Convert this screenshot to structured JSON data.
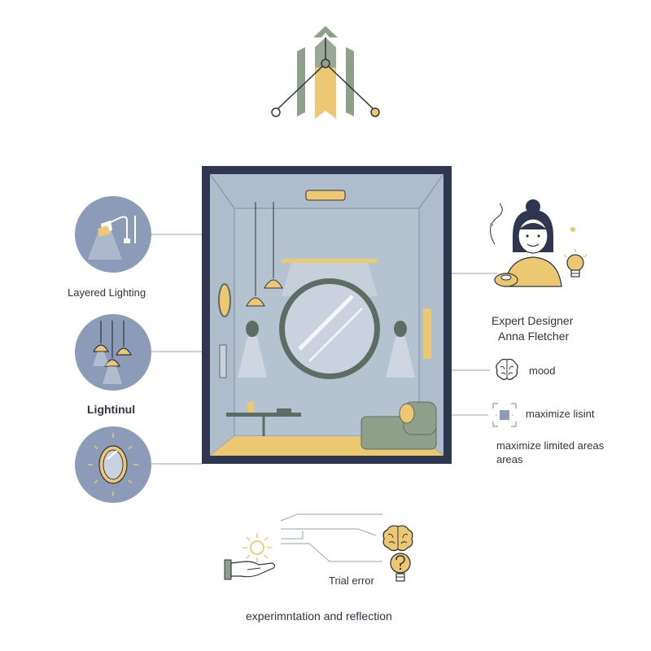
{
  "labels": {
    "layered_lighting": "Layered Lighting",
    "lightinul": "Lightinul",
    "expert_designer": "Expert Designer",
    "designer_name": "Anna Fletcher",
    "mood": "mood",
    "maximize_lisint": "maximize lisint",
    "maximize_areas_line1": "maximize limited areas",
    "maximize_areas_line2": "areas",
    "trial_error": "Trial error",
    "experimentation": "experimntation and reflection"
  },
  "colors": {
    "navy": "#2e3650",
    "room_wall": "#aebccb",
    "sage": "#8fa08a",
    "gold": "#edc873",
    "circle_bg": "#8b9bb8",
    "line_gray": "#9aa3b1"
  },
  "icons": [
    "compass-logo-icon",
    "wall-sconce-icon",
    "pendant-lights-icon",
    "oval-mirror-icon",
    "designer-avatar-icon",
    "lightbulb-icon",
    "brain-icon",
    "maximize-icon",
    "sun-icon",
    "hand-icon",
    "brain-icon",
    "question-bulb-icon"
  ]
}
